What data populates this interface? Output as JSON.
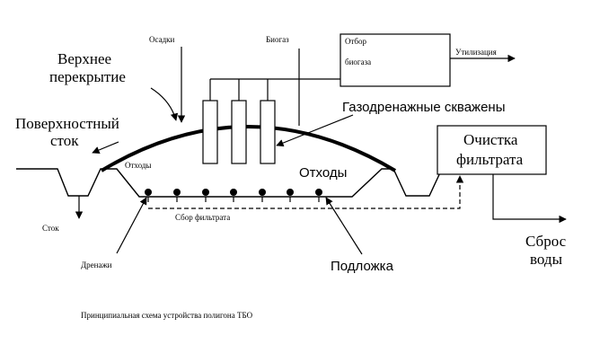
{
  "labels": {
    "top_cover_line1": "Верхнее",
    "top_cover_line2": "перекрытие",
    "surface_runoff_line1": "Поверхностный",
    "surface_runoff_line2": "сток",
    "precipitation": "Осадки",
    "biogas": "Биогаз",
    "biogas_collection_line1": "Отбор",
    "biogas_collection_line2": "биогаза",
    "utilization": "Утилизация",
    "gas_wells": "Газодренажные скважены",
    "waste_small": "Отходы",
    "waste_large": "Отходы",
    "runoff": "Сток",
    "leachate_collection": "Сбор фильтрата",
    "leachate_treatment_line1": "Очистка",
    "leachate_treatment_line2": "фильтрата",
    "drains": "Дренажи",
    "liner": "Подложка",
    "water_discharge_line1": "Сброс",
    "water_discharge_line2": "воды",
    "caption": "Принципиальная схема устройства полигона ТБО"
  }
}
